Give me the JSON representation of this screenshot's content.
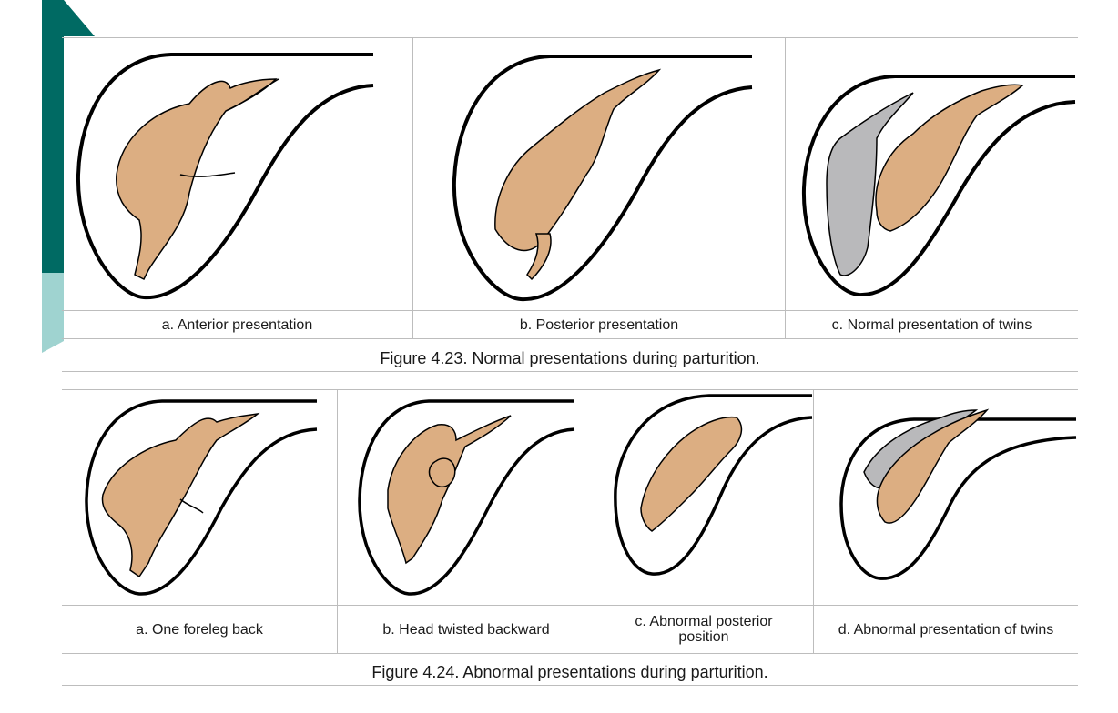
{
  "figure_1": {
    "caption": "Figure 4.23. Normal presentations during parturition.",
    "panels": [
      {
        "label": "a. Anterior presentation"
      },
      {
        "label": "b. Posterior presentation"
      },
      {
        "label": "c. Normal presentation of twins"
      }
    ]
  },
  "figure_2": {
    "caption": "Figure 4.24. Abnormal presentations during parturition.",
    "panels": [
      {
        "label": "a. One foreleg back"
      },
      {
        "label": "b. Head twisted backward"
      },
      {
        "label": "c. Abnormal posterior position"
      },
      {
        "label": "d. Abnormal presentation of twins"
      }
    ]
  },
  "colors": {
    "calf": "#dcae82",
    "twin": "#b9b9bb",
    "outline": "#000000",
    "accent_dark": "#006a63",
    "accent_light": "#9fd3d0"
  }
}
